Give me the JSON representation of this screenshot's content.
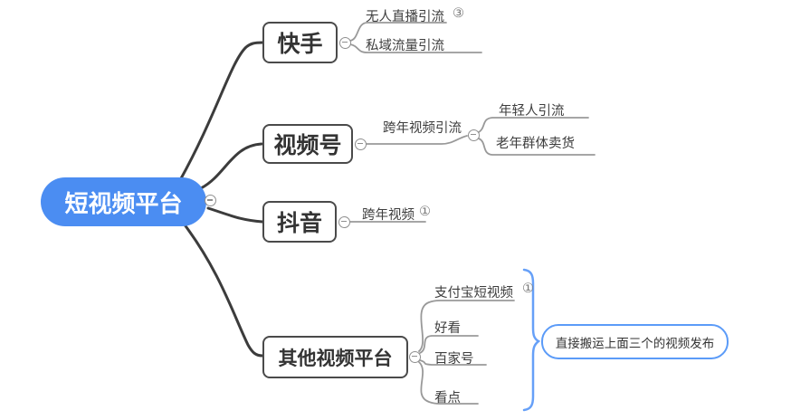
{
  "root": {
    "label": "短视频平台",
    "color": "#4b8df2"
  },
  "branches": [
    {
      "label": "快手",
      "children": [
        {
          "label": "无人直播引流",
          "badge": "③"
        },
        {
          "label": "私域流量引流"
        }
      ]
    },
    {
      "label": "视频号",
      "children": [
        {
          "label": "跨年视频引流",
          "children": [
            {
              "label": "年轻人引流"
            },
            {
              "label": "老年群体卖货"
            }
          ]
        }
      ]
    },
    {
      "label": "抖音",
      "children": [
        {
          "label": "跨年视频",
          "badge": "①"
        }
      ]
    },
    {
      "label": "其他视频平台",
      "children": [
        {
          "label": "支付宝短视频",
          "badge": "①"
        },
        {
          "label": "好看"
        },
        {
          "label": "百家号"
        },
        {
          "label": "看点"
        }
      ]
    }
  ],
  "callout": {
    "label": "直接搬运上面三个的视频发布",
    "border_color": "#5b9bf8"
  },
  "colors": {
    "branch_line": "#3c3c3c",
    "child_line": "#999999",
    "brace": "#66a0f8"
  }
}
